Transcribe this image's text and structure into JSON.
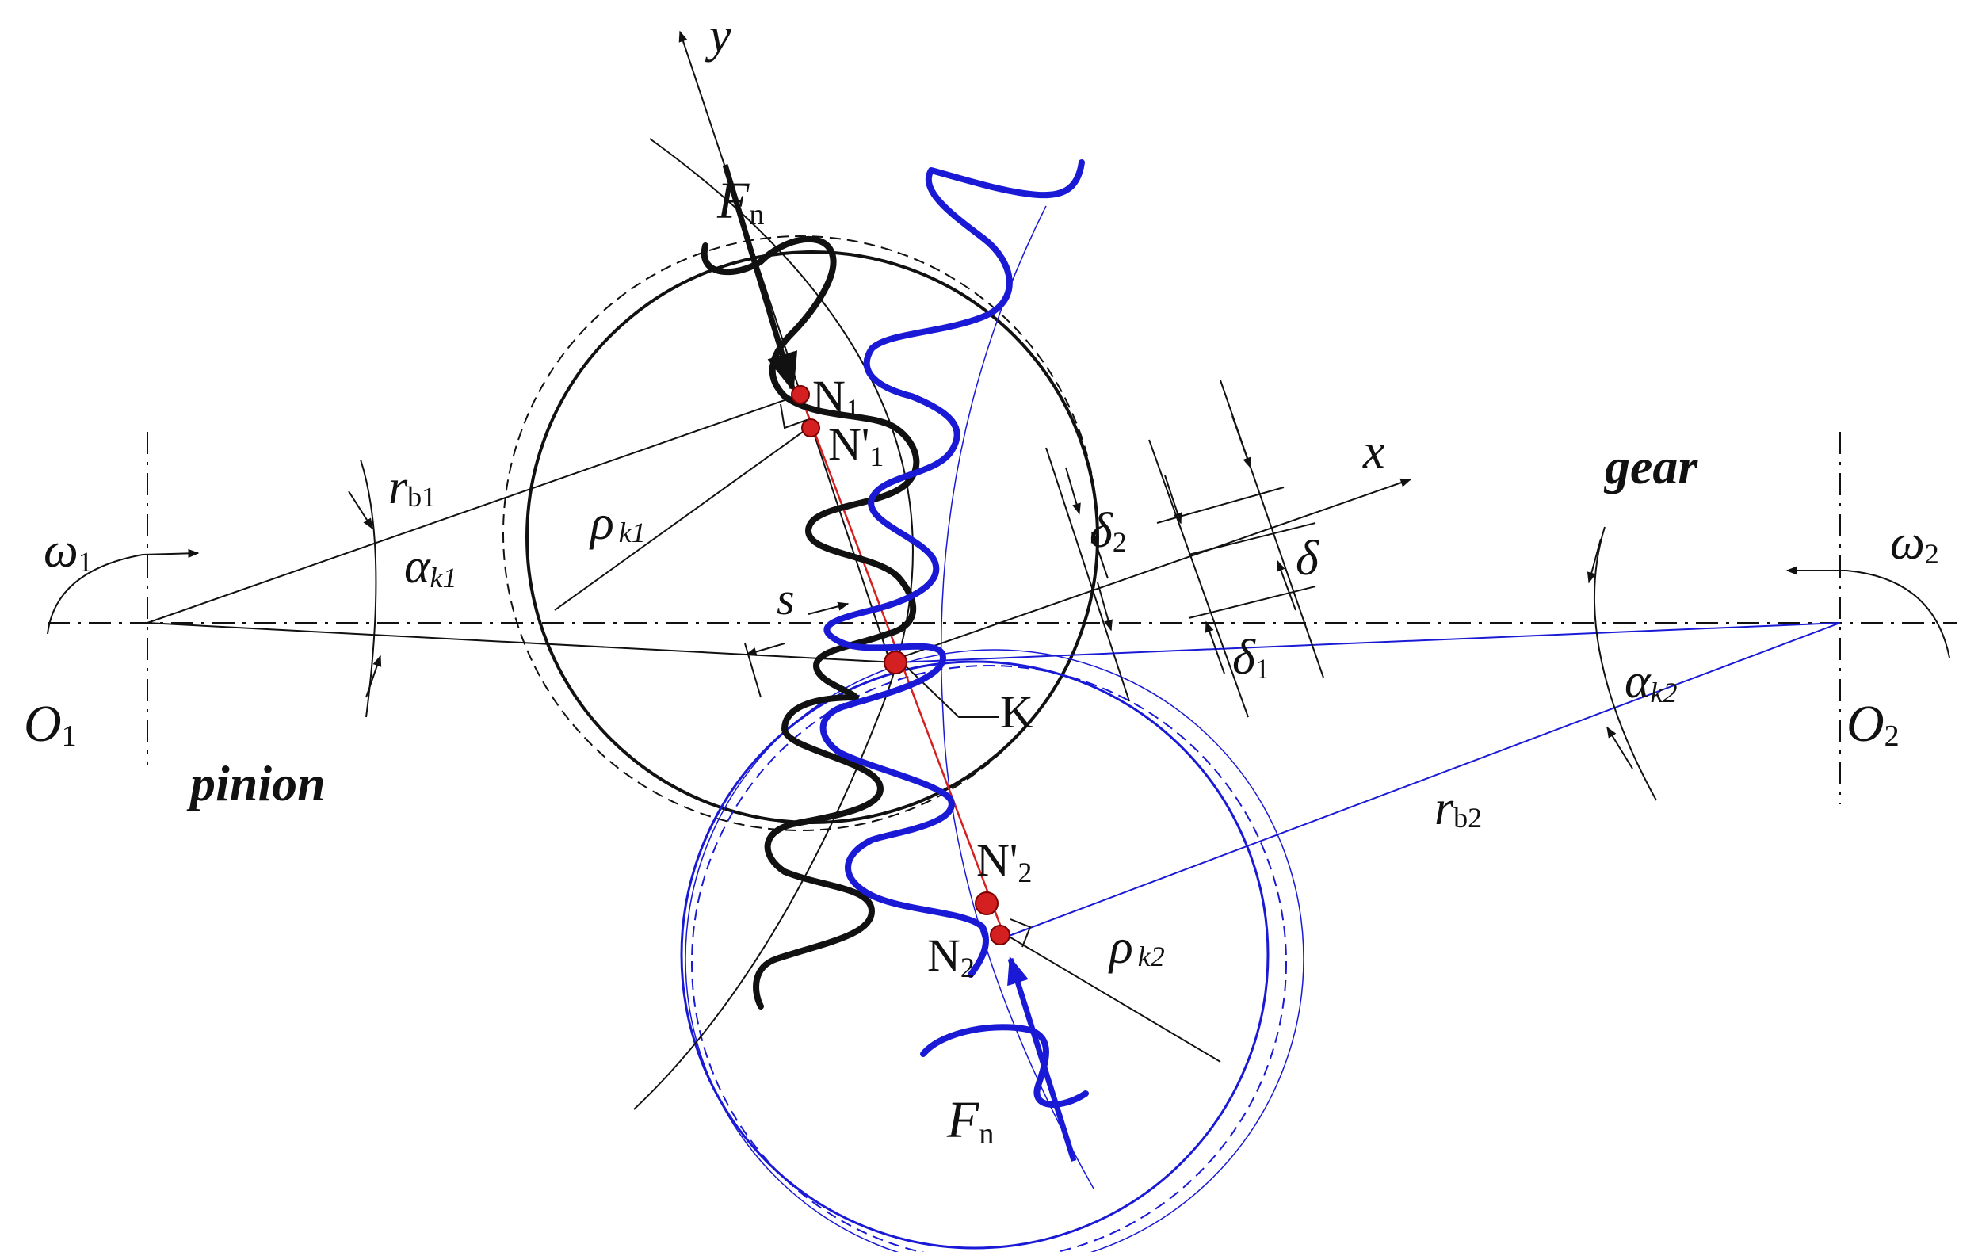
{
  "figure": {
    "labels": {
      "y_axis": "y",
      "x_axis": "x",
      "force_top_main": "F",
      "force_top_sub": "n",
      "force_bottom_main": "F",
      "force_bottom_sub": "n",
      "n1_main": "N",
      "n1_sub": "1",
      "n1p_main": "N'",
      "n1p_sub": "1",
      "n2p_main": "N'",
      "n2p_sub": "2",
      "n2_main": "N",
      "n2_sub": "2",
      "k_point": "K",
      "s_label": "s",
      "rb1_main": "r",
      "rb1_sub": "b1",
      "rb2_main": "r",
      "rb2_sub": "b2",
      "rho1_main": "ρ",
      "rho1_sub": "k1",
      "rho2_main": "ρ",
      "rho2_sub": "k2",
      "alpha1_main": "α",
      "alpha1_sub": "k1",
      "alpha2_main": "α",
      "alpha2_sub": "k2",
      "omega1_main": "ω",
      "omega1_sub": "1",
      "omega2_main": "ω",
      "omega2_sub": "2",
      "o1_main": "O",
      "o1_sub": "1",
      "o2_main": "O",
      "o2_sub": "2",
      "delta": "δ",
      "delta1_main": "δ",
      "delta1_sub": "1",
      "delta2_main": "δ",
      "delta2_sub": "2",
      "pinion": "pinion",
      "gear": "gear"
    },
    "colors": {
      "pinion_profile": "#111111",
      "gear_profile": "#1a1ad6",
      "line_of_action": "#d42020",
      "contact_points": "#d42020"
    }
  }
}
